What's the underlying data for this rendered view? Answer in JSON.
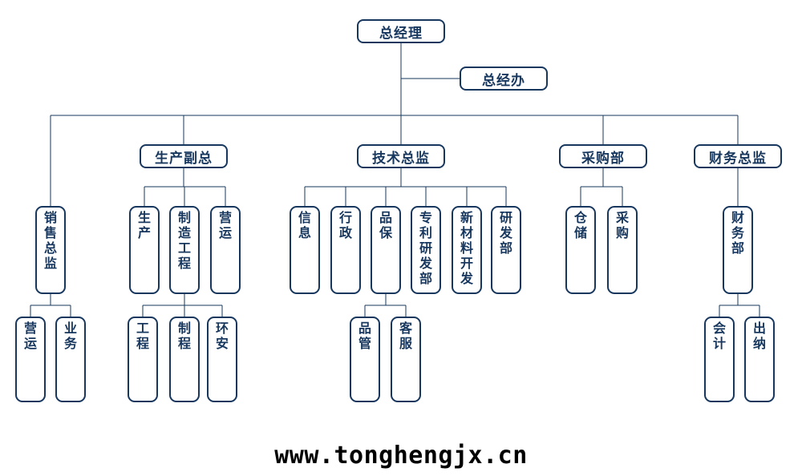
{
  "org": {
    "root": {
      "id": "general-manager",
      "label": "总经理"
    },
    "staff_office": {
      "id": "gm-office",
      "label": "总经办"
    },
    "branches": [
      {
        "id": "sales-director",
        "label": "销售总监",
        "children": [
          {
            "id": "sales-operations",
            "label": "营运"
          },
          {
            "id": "sales-business",
            "label": "业务"
          }
        ]
      },
      {
        "id": "production-vp",
        "label": "生产副总",
        "children": [
          {
            "id": "production",
            "label": "生产"
          },
          {
            "id": "manufacturing-engineering",
            "label": "制造工程",
            "children": [
              {
                "id": "engineering",
                "label": "工程"
              },
              {
                "id": "process",
                "label": "制程"
              },
              {
                "id": "env-safety",
                "label": "环安"
              }
            ]
          },
          {
            "id": "operations",
            "label": "营运"
          }
        ]
      },
      {
        "id": "technical-director",
        "label": "技术总监",
        "children": [
          {
            "id": "information",
            "label": "信息"
          },
          {
            "id": "administration",
            "label": "行政"
          },
          {
            "id": "quality-assurance",
            "label": "品保",
            "children": [
              {
                "id": "quality-control",
                "label": "品管"
              },
              {
                "id": "customer-service",
                "label": "客服"
              }
            ]
          },
          {
            "id": "patent-rd-dept",
            "label": "专利研发部"
          },
          {
            "id": "new-material-dev",
            "label": "新材料开发"
          },
          {
            "id": "rd-dept",
            "label": "研发部"
          }
        ]
      },
      {
        "id": "purchasing-dept",
        "label": "采购部",
        "children": [
          {
            "id": "warehousing",
            "label": "仓储"
          },
          {
            "id": "purchasing",
            "label": "采购"
          }
        ]
      },
      {
        "id": "finance-director",
        "label": "财务总监",
        "children": [
          {
            "id": "finance-dept",
            "label": "财务部",
            "children": [
              {
                "id": "accounting",
                "label": "会计"
              },
              {
                "id": "cashier",
                "label": "出纳"
              }
            ]
          }
        ]
      }
    ]
  },
  "footer": {
    "url_text": "www.tonghengjx.cn"
  },
  "colors": {
    "line": "#17375E",
    "box-border": "#17375E",
    "box-text": "#17375E",
    "box-fill": "#ffffff",
    "footer-text": "#000000",
    "background": "#ffffff"
  }
}
